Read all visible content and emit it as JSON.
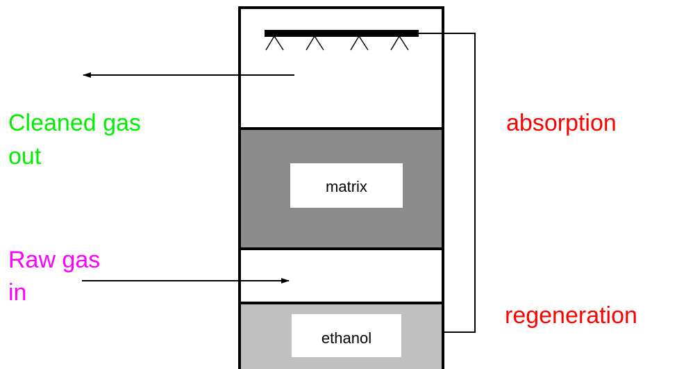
{
  "labels": {
    "cleaned_gas_line1": "Cleaned gas",
    "cleaned_gas_line2": "out",
    "raw_gas_line1": "Raw gas",
    "raw_gas_line2": "in",
    "absorption": "absorption",
    "regeneration": "regeneration",
    "matrix": "matrix",
    "ethanol": "ethanol"
  },
  "colors": {
    "cleaned_gas": "#00ee00",
    "raw_gas": "#ff00ff",
    "process_labels": "#ff0000",
    "matrix_fill": "#8c8c8c",
    "ethanol_fill": "#c0c0c0",
    "outline": "#000000"
  }
}
